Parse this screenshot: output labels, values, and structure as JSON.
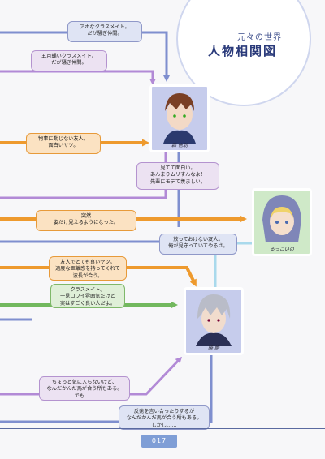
{
  "header": {
    "subtitle": "元々の世界",
    "title": "人物相関図"
  },
  "characters": {
    "mori": {
      "name": "森 信助"
    },
    "akira": {
      "name": "暁 絶"
    },
    "ruko": {
      "name": "るっこいの"
    }
  },
  "relations": {
    "r1": "アホなクラスメイト。\nだが騒ぎ仲間。",
    "r2": "五月蝿いクラスメイト。\nだが騒ぎ仲間。",
    "r3": "物事に動じない友人。\n面白いヤツ。",
    "r4": "見てて面白い。\nあんまりムリすんなよ！\n先輩にモテて羨ましい。",
    "r5": "突然\n姿だけ見えるようになった。",
    "r6": "放っておけない友人。\n俺が見守っていてやるさ。",
    "r7": "友人でとても良いヤツ。\n適度な距離感を持ってくれて\n波長が合う。",
    "r8": "クラスメイト。\n一見コワイ雰囲気だけど\n実はすごく良い人だよ。",
    "r9": "ちょっと気に入らないけど、\nなんだかんだ馬が合う所もある。\nでも……",
    "r10": "反発を言い合ったりするが\nなんだかんだ馬が合う所もある。\nしかし……"
  },
  "footer": {
    "page_number": "017"
  },
  "colors": {
    "blue": "#7f8fcf",
    "purple": "#b28ad6",
    "orange": "#ee9a2e",
    "green": "#72b85e",
    "light_blue": "#a9d9ec"
  }
}
